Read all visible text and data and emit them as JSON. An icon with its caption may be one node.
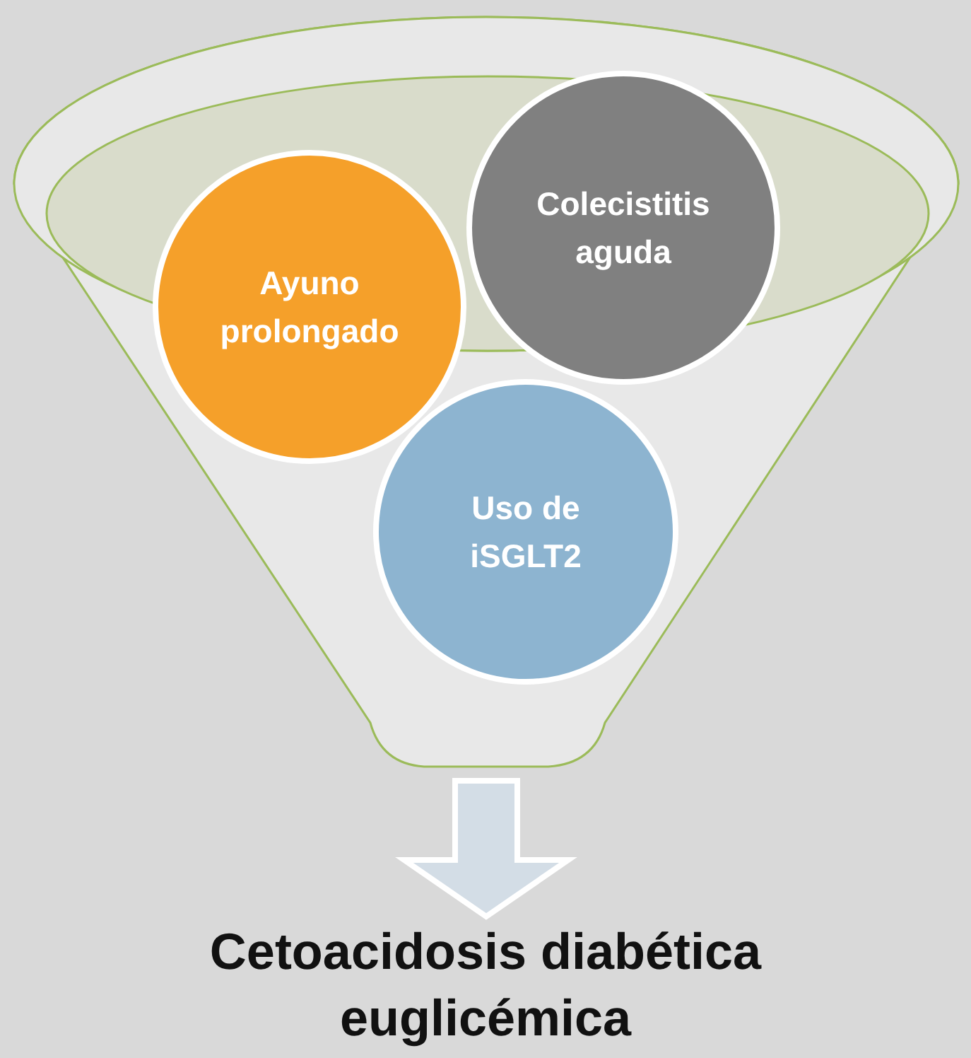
{
  "diagram": {
    "nodes": [
      {
        "text": [],
        "shape": "funnel"
      },
      {
        "text": [
          "Colecistitis aguda"
        ],
        "in": 0
      },
      {
        "text": [
          "Ayuno prolongado"
        ],
        "in": 0
      },
      {
        "text": [
          "Uso de iSGLT2"
        ],
        "in": 0
      },
      {
        "text": [
          "Cetoacidosis diabética euglicémica"
        ]
      }
    ],
    "edges": [
      {
        "from": 0,
        "to": 4,
        "arrow": "to"
      }
    ]
  }
}
